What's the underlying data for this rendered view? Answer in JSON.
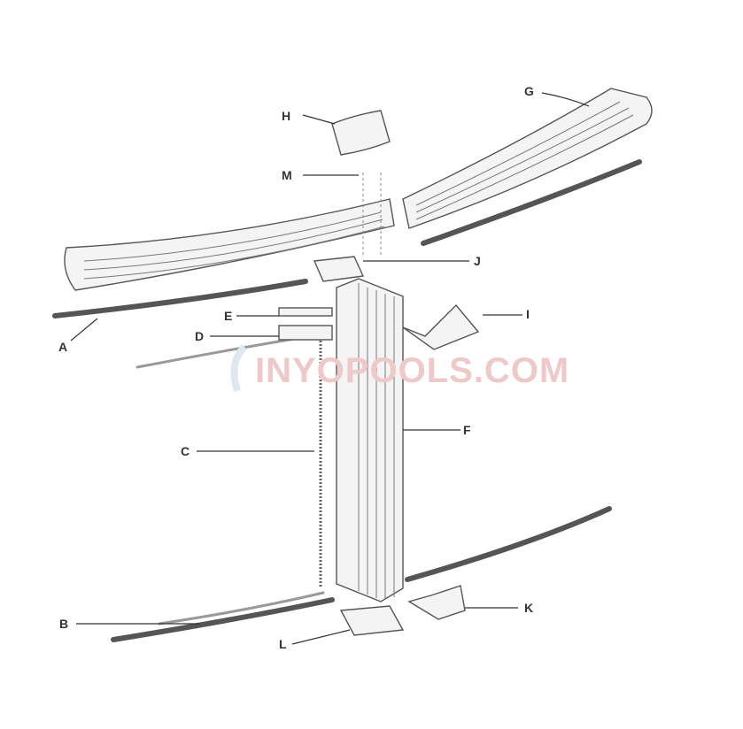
{
  "labels": {
    "A": "A",
    "B": "B",
    "C": "C",
    "D": "D",
    "E": "E",
    "F": "F",
    "G": "G",
    "H": "H",
    "I": "I",
    "J": "J",
    "K": "K",
    "L": "L",
    "M": "M"
  },
  "watermark": "INYOPOOLS.COM"
}
